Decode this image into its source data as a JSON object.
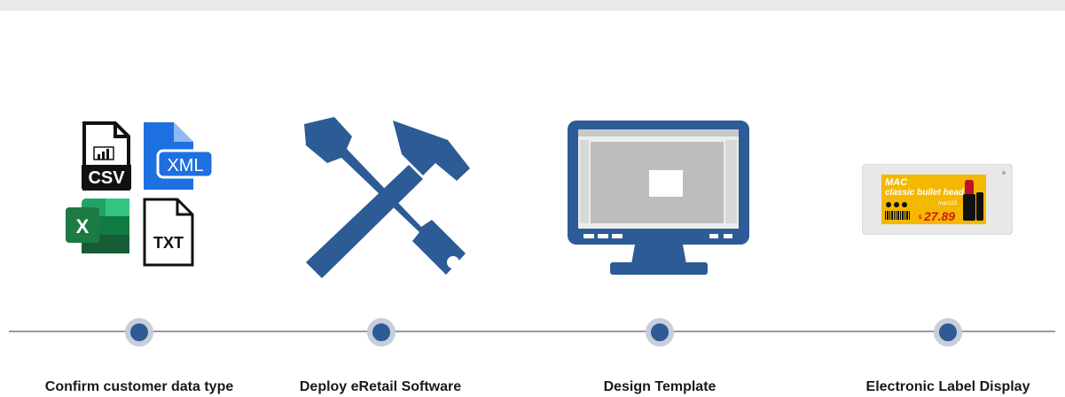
{
  "steps": [
    {
      "label": "Confirm customer data type",
      "icons": [
        "csv-file-icon",
        "xml-file-icon",
        "excel-file-icon",
        "txt-file-icon"
      ]
    },
    {
      "label": "Deploy eRetail Software",
      "icons": [
        "wrench-hammer-icon"
      ]
    },
    {
      "label": "Design Template",
      "icons": [
        "monitor-icon"
      ]
    },
    {
      "label": "Electronic Label Display",
      "icons": [
        "e-label-icon"
      ]
    }
  ],
  "file_badges": {
    "csv": "CSV",
    "xml": "XML",
    "excel": "X",
    "txt": "TXT"
  },
  "label_display": {
    "brand": "MAC",
    "product": "classic bullet head",
    "code": "mac123",
    "price": "27.89"
  },
  "colors": {
    "accent": "#2d5b95",
    "xml_blue": "#1e6fe0",
    "excel_green": "#1d7a43",
    "label_yellow": "#f5b800",
    "price_red": "#d01818"
  }
}
